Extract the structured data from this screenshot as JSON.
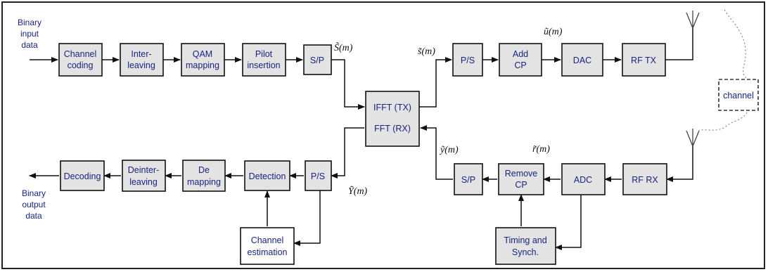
{
  "inputs": {
    "binary_input": [
      "Binary",
      "input",
      "data"
    ],
    "binary_output": [
      "Binary",
      "output",
      "data"
    ]
  },
  "blocks": {
    "channel_coding": [
      "Channel",
      "coding"
    ],
    "interleaving": [
      "Inter-",
      "leaving"
    ],
    "qam_mapping": [
      "QAM",
      "mapping"
    ],
    "pilot_insertion": [
      "Pilot",
      "insertion"
    ],
    "sp_tx": [
      "S/P"
    ],
    "ifft": [
      "IFFT   (TX)"
    ],
    "fft": [
      "FFT  (RX)"
    ],
    "ps_tx": [
      "P/S"
    ],
    "add_cp": [
      "Add",
      "CP"
    ],
    "dac": [
      "DAC"
    ],
    "rf_tx": [
      "RF TX"
    ],
    "channel": [
      "channel"
    ],
    "rf_rx": [
      "RF RX"
    ],
    "adc": [
      "ADC"
    ],
    "remove_cp": [
      "Remove",
      "CP"
    ],
    "sp_rx": [
      "S/P"
    ],
    "timing_synch": [
      "Timing and",
      "Synch."
    ],
    "ps_rx": [
      "P/S"
    ],
    "detection": [
      "Detection"
    ],
    "de_mapping": [
      "De",
      "mapping"
    ],
    "deinterleaving": [
      "Deinter-",
      "leaving"
    ],
    "decoding": [
      "Decoding"
    ],
    "channel_estimation": [
      "Channel",
      "estimation"
    ]
  },
  "signals": {
    "S_m": "S̃(m)",
    "s_m": "s̃(m)",
    "u_m": "ũ(m)",
    "r_m": "r̃(m)",
    "y_m": "ỹ(m)",
    "Y_m": "Ỹ(m)"
  },
  "colors": {
    "block_fill": "#e3e3e3",
    "block_stroke": "#111111",
    "label_text": "#1a237e",
    "line": "#111111"
  }
}
